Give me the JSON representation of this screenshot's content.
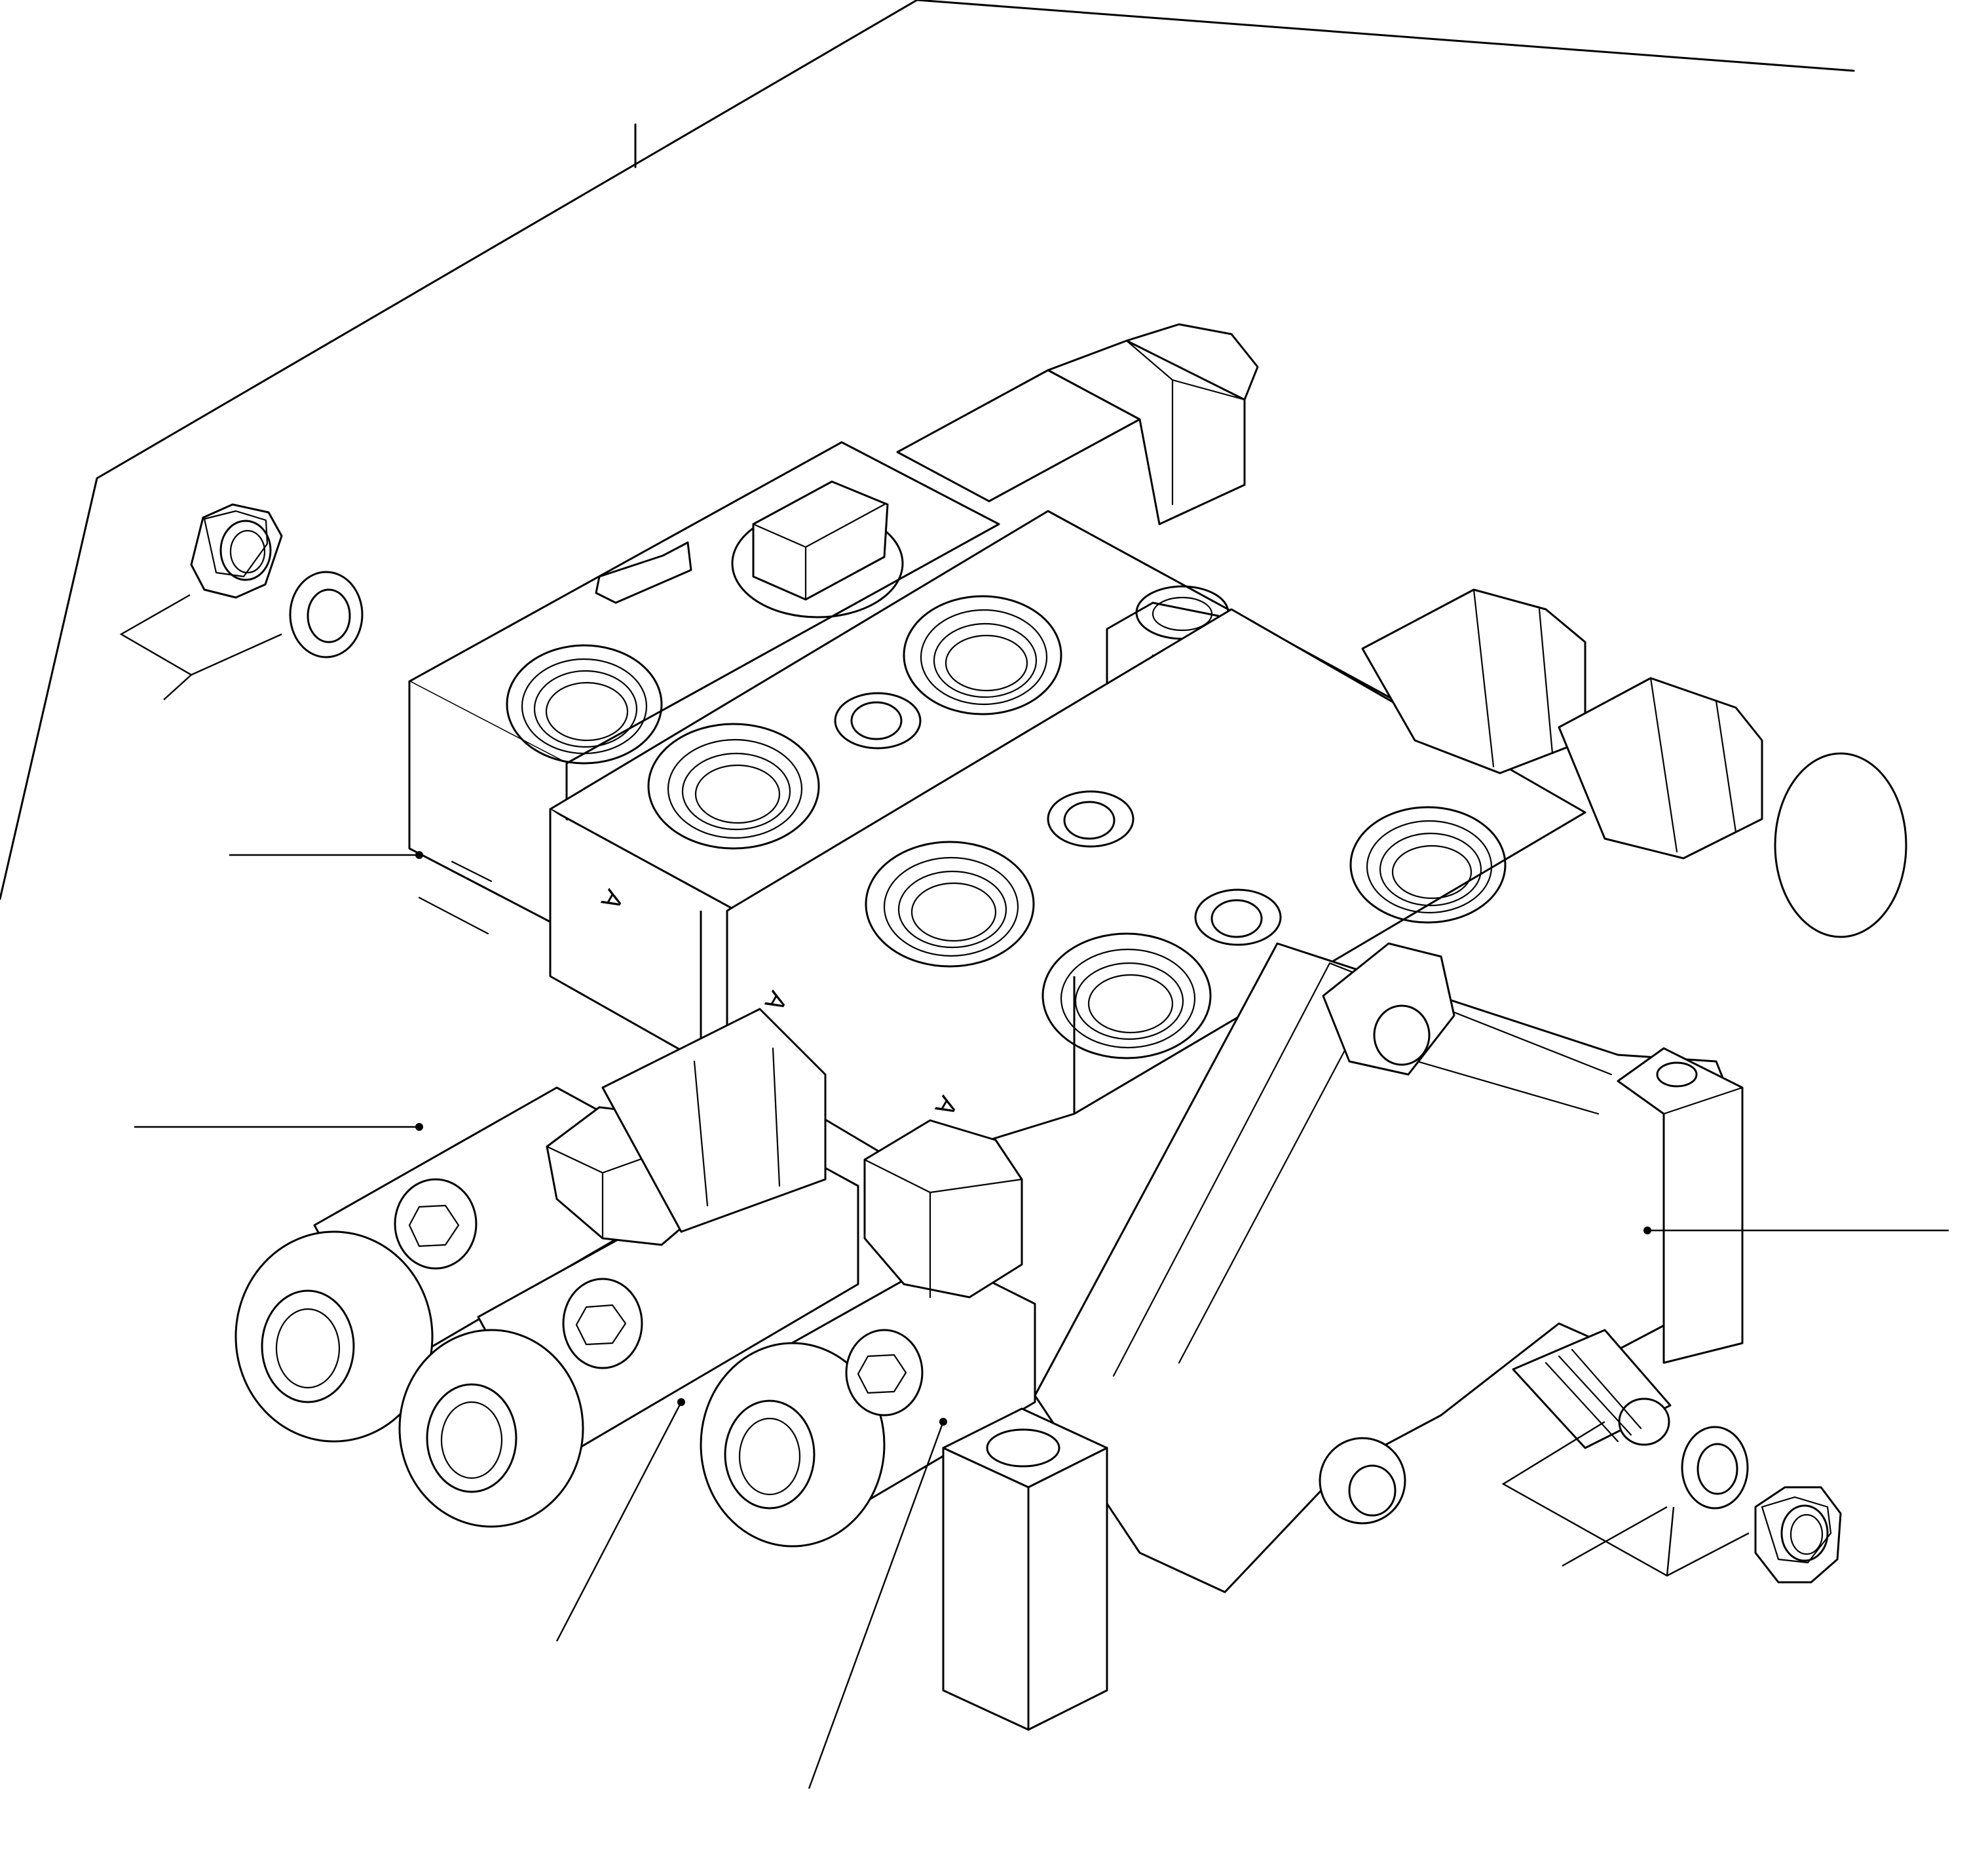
{
  "figure": {
    "line_color": "#000000",
    "background": "#ffffff"
  },
  "parts": [
    {
      "key": "mounting_plate",
      "icon": "mounting-plate-outline"
    },
    {
      "key": "nut_upper_left",
      "icon": "hex-nut-icon"
    },
    {
      "key": "washer_upper_left",
      "icon": "lock-washer-icon"
    },
    {
      "key": "valve_section_a",
      "icon": "valve-section-icon"
    },
    {
      "key": "valve_section_b",
      "icon": "valve-section-icon"
    },
    {
      "key": "valve_section_c",
      "icon": "valve-section-icon"
    },
    {
      "key": "end_cover",
      "icon": "end-cover-icon"
    },
    {
      "key": "tie_stud",
      "icon": "tie-stud-icon"
    },
    {
      "key": "washer_lower_right",
      "icon": "lock-washer-icon"
    },
    {
      "key": "nut_lower_right",
      "icon": "hex-nut-icon"
    }
  ],
  "callouts": [
    {
      "target": "valve-body-inlet",
      "label": ""
    },
    {
      "target": "spool-cap-1",
      "label": ""
    },
    {
      "target": "spool-cap-2",
      "label": ""
    },
    {
      "target": "spool-cap-3",
      "label": ""
    },
    {
      "target": "end-cover",
      "label": ""
    },
    {
      "target": "nut-washer-upper",
      "label": ""
    },
    {
      "target": "nut-washer-lower",
      "label": ""
    }
  ],
  "section_marks": [
    "A",
    "A",
    "A"
  ]
}
